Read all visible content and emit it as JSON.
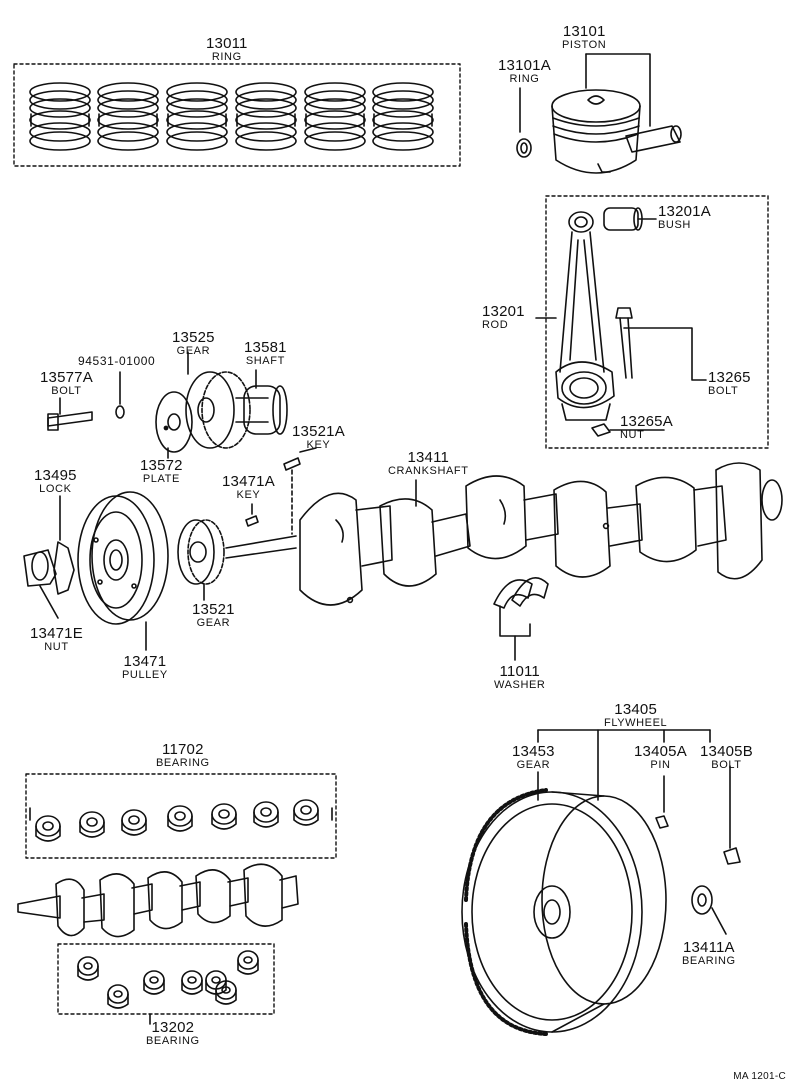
{
  "parts": {
    "ring_13011": {
      "number": "13011",
      "name": "RING"
    },
    "piston_13101": {
      "number": "13101",
      "name": "PISTON"
    },
    "ring_13101A": {
      "number": "13101A",
      "name": "RING"
    },
    "bush_13201A": {
      "number": "13201A",
      "name": "BUSH"
    },
    "rod_13201": {
      "number": "13201",
      "name": "ROD"
    },
    "bolt_13265": {
      "number": "13265",
      "name": "BOLT"
    },
    "nut_13265A": {
      "number": "13265A",
      "name": "NUT"
    },
    "gear_13525": {
      "number": "13525",
      "name": "GEAR"
    },
    "shaft_13581": {
      "number": "13581",
      "name": "SHAFT"
    },
    "washer_94531": {
      "number": "94531-01000"
    },
    "bolt_13577A": {
      "number": "13577A",
      "name": "BOLT"
    },
    "key_13521A": {
      "number": "13521A",
      "name": "KEY"
    },
    "plate_13572": {
      "number": "13572",
      "name": "PLATE"
    },
    "lock_13495": {
      "number": "13495",
      "name": "LOCK"
    },
    "key_13471A": {
      "number": "13471A",
      "name": "KEY"
    },
    "crankshaft_13411": {
      "number": "13411",
      "name": "CRANKSHAFT"
    },
    "gear_13521": {
      "number": "13521",
      "name": "GEAR"
    },
    "nut_13471E": {
      "number": "13471E",
      "name": "NUT"
    },
    "pulley_13471": {
      "number": "13471",
      "name": "PULLEY"
    },
    "washer_11011": {
      "number": "11011",
      "name": "WASHER"
    },
    "flywheel_13405": {
      "number": "13405",
      "name": "FLYWHEEL"
    },
    "gear_13453": {
      "number": "13453",
      "name": "GEAR"
    },
    "pin_13405A": {
      "number": "13405A",
      "name": "PIN"
    },
    "bolt_13405B": {
      "number": "13405B",
      "name": "BOLT"
    },
    "bearing_11702": {
      "number": "11702",
      "name": "BEARING"
    },
    "bearing_13411A": {
      "number": "13411A",
      "name": "BEARING"
    },
    "bearing_13202": {
      "number": "13202",
      "name": "BEARING"
    }
  },
  "drawing_code": "MA 1201-C"
}
